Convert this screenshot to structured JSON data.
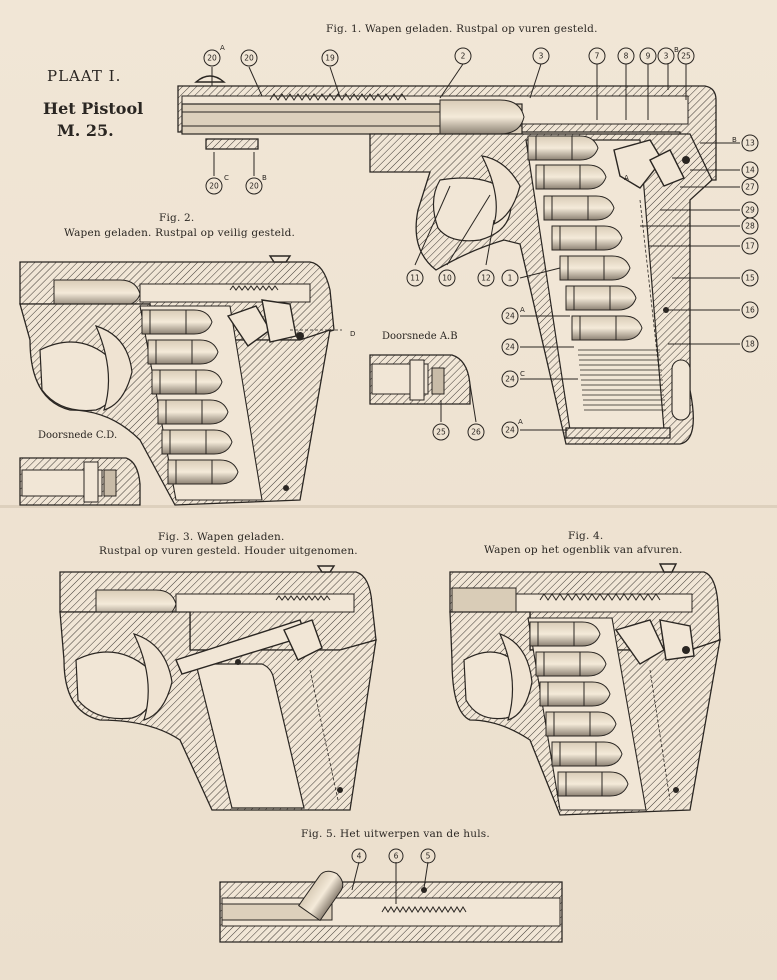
{
  "plate": {
    "title": "PLAAT I.",
    "subtitle_line1": "Het Pistool",
    "subtitle_line2": "M. 25."
  },
  "fig1": {
    "caption": "Fig. 1.   Wapen geladen.   Rustpal op vuren gesteld.",
    "callouts": [
      "20",
      "20",
      "19",
      "2",
      "3",
      "7",
      "8",
      "9",
      "3",
      "25",
      "13",
      "14",
      "27",
      "29",
      "28",
      "17",
      "15",
      "16",
      "18",
      "11",
      "10",
      "12",
      "1",
      "24",
      "24",
      "24",
      "24",
      "20",
      "20"
    ],
    "letters": {
      "a": "A",
      "b": "B",
      "c": "C",
      "b2": "B",
      "b3": "B",
      "a2": "A",
      "c2": "C",
      "a3": "A",
      "a4": "A"
    }
  },
  "fig2": {
    "caption_line1": "Fig. 2.",
    "caption_line2": "Wapen geladen.  Rustpal op veilig gesteld.",
    "marker": "D"
  },
  "section_ab": {
    "label": "Doorsnede A.B",
    "callouts": [
      "25",
      "26"
    ]
  },
  "section_cd": {
    "label": "Doorsnede C.D."
  },
  "fig3": {
    "caption_line1": "Fig. 3.   Wapen geladen.",
    "caption_line2": "Rustpal op vuren gesteld.  Houder uitgenomen."
  },
  "fig4": {
    "caption_line1": "Fig. 4.",
    "caption_line2": "Wapen op het ogenblik van afvuren."
  },
  "fig5": {
    "caption": "Fig. 5.   Het uitwerpen van de huls.",
    "callouts": [
      "4",
      "6",
      "5"
    ]
  }
}
